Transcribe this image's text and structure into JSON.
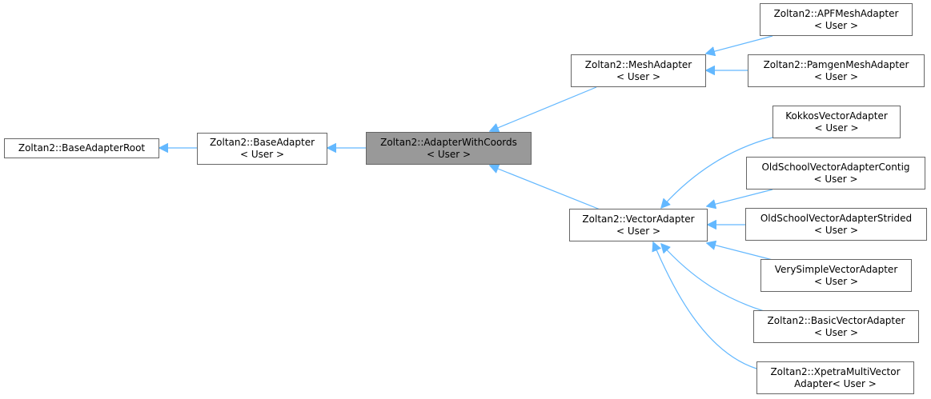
{
  "diagram": {
    "title": "Inheritance diagram for Zoltan2::AdapterWithCoords< User >",
    "colors": {
      "edge": "#63b8ff",
      "current_fill": "#999999",
      "border": "#666666"
    },
    "nodes": {
      "base_adapter_root": {
        "lines": [
          "Zoltan2::BaseAdapterRoot"
        ]
      },
      "base_adapter": {
        "lines": [
          "Zoltan2::BaseAdapter",
          "< User >"
        ]
      },
      "adapter_with_coords": {
        "lines": [
          "Zoltan2::AdapterWithCoords",
          "< User >"
        ]
      },
      "mesh_adapter": {
        "lines": [
          "Zoltan2::MeshAdapter",
          "< User >"
        ]
      },
      "vector_adapter": {
        "lines": [
          "Zoltan2::VectorAdapter",
          "< User >"
        ]
      },
      "apf_mesh_adapter": {
        "lines": [
          "Zoltan2::APFMeshAdapter",
          "< User >"
        ]
      },
      "pamgen_mesh_adapter": {
        "lines": [
          "Zoltan2::PamgenMeshAdapter",
          "< User >"
        ]
      },
      "kokkos_vector_adapter": {
        "lines": [
          "KokkosVectorAdapter",
          "< User >"
        ]
      },
      "oldschool_contig": {
        "lines": [
          "OldSchoolVectorAdapterContig",
          "< User >"
        ]
      },
      "oldschool_strided": {
        "lines": [
          "OldSchoolVectorAdapterStrided",
          "< User >"
        ]
      },
      "very_simple_vector_adapter": {
        "lines": [
          "VerySimpleVectorAdapter",
          "< User >"
        ]
      },
      "basic_vector_adapter": {
        "lines": [
          "Zoltan2::BasicVectorAdapter",
          "< User >"
        ]
      },
      "xpetra_multi_vector_adapter": {
        "lines": [
          "Zoltan2::XpetraMultiVector",
          "Adapter< User >"
        ]
      }
    }
  }
}
